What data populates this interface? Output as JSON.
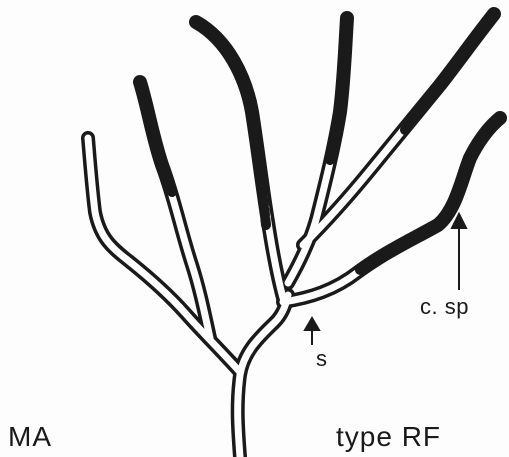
{
  "labels": {
    "corner_left": "MA",
    "corner_right": "type RF",
    "arrow_s": "s",
    "arrow_csp": "c. sp"
  },
  "colors": {
    "ink": "#1a1a1a",
    "paper": "#fdfdfd"
  }
}
